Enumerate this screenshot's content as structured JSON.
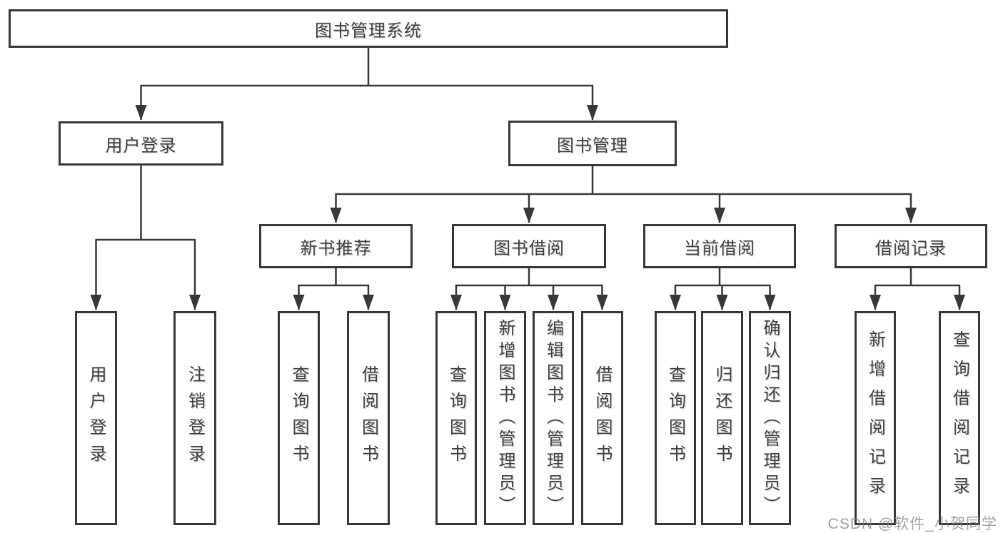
{
  "tree": {
    "root": "图书管理系统",
    "level2": [
      {
        "label": "用户登录",
        "leaves": [
          "用户登录",
          "注销登录"
        ]
      },
      {
        "label": "图书管理",
        "children": [
          {
            "label": "新书推荐",
            "leaves": [
              "查询图书",
              "借阅图书"
            ]
          },
          {
            "label": "图书借阅",
            "leaves": [
              "查询图书",
              "新增图书（管理员）",
              "编辑图书（管理员）",
              "借阅图书"
            ]
          },
          {
            "label": "当前借阅",
            "leaves": [
              "查询图书",
              "归还图书",
              "确认归还（管理员）"
            ]
          },
          {
            "label": "借阅记录",
            "leaves": [
              "新增借阅记录",
              "查询借阅记录"
            ]
          }
        ]
      }
    ]
  },
  "watermark": {
    "text": "CSDN @软件_小贺同学"
  },
  "colors": {
    "line": "#383838",
    "box_border": "#383838",
    "text": "#3f3f3f",
    "background": "#ffffff",
    "watermark": "#828282"
  }
}
